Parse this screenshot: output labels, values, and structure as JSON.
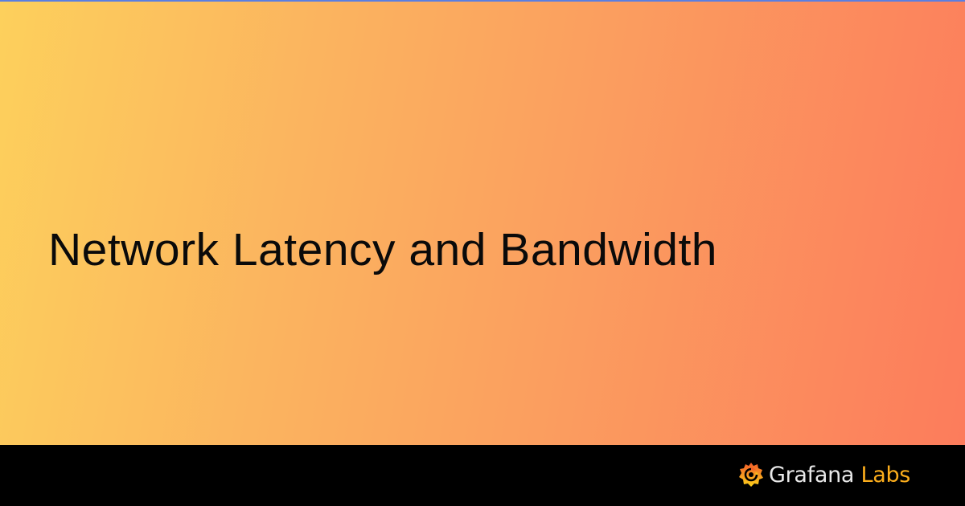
{
  "title": "Network Latency and Bandwidth",
  "brand": {
    "name_primary": "Grafana",
    "name_secondary": "Labs"
  },
  "colors": {
    "top_bar": "#5b7fe0",
    "gradient_start": "#fdd05c",
    "gradient_end": "#fc7c5c",
    "brand_orange": "#fbad1c"
  }
}
